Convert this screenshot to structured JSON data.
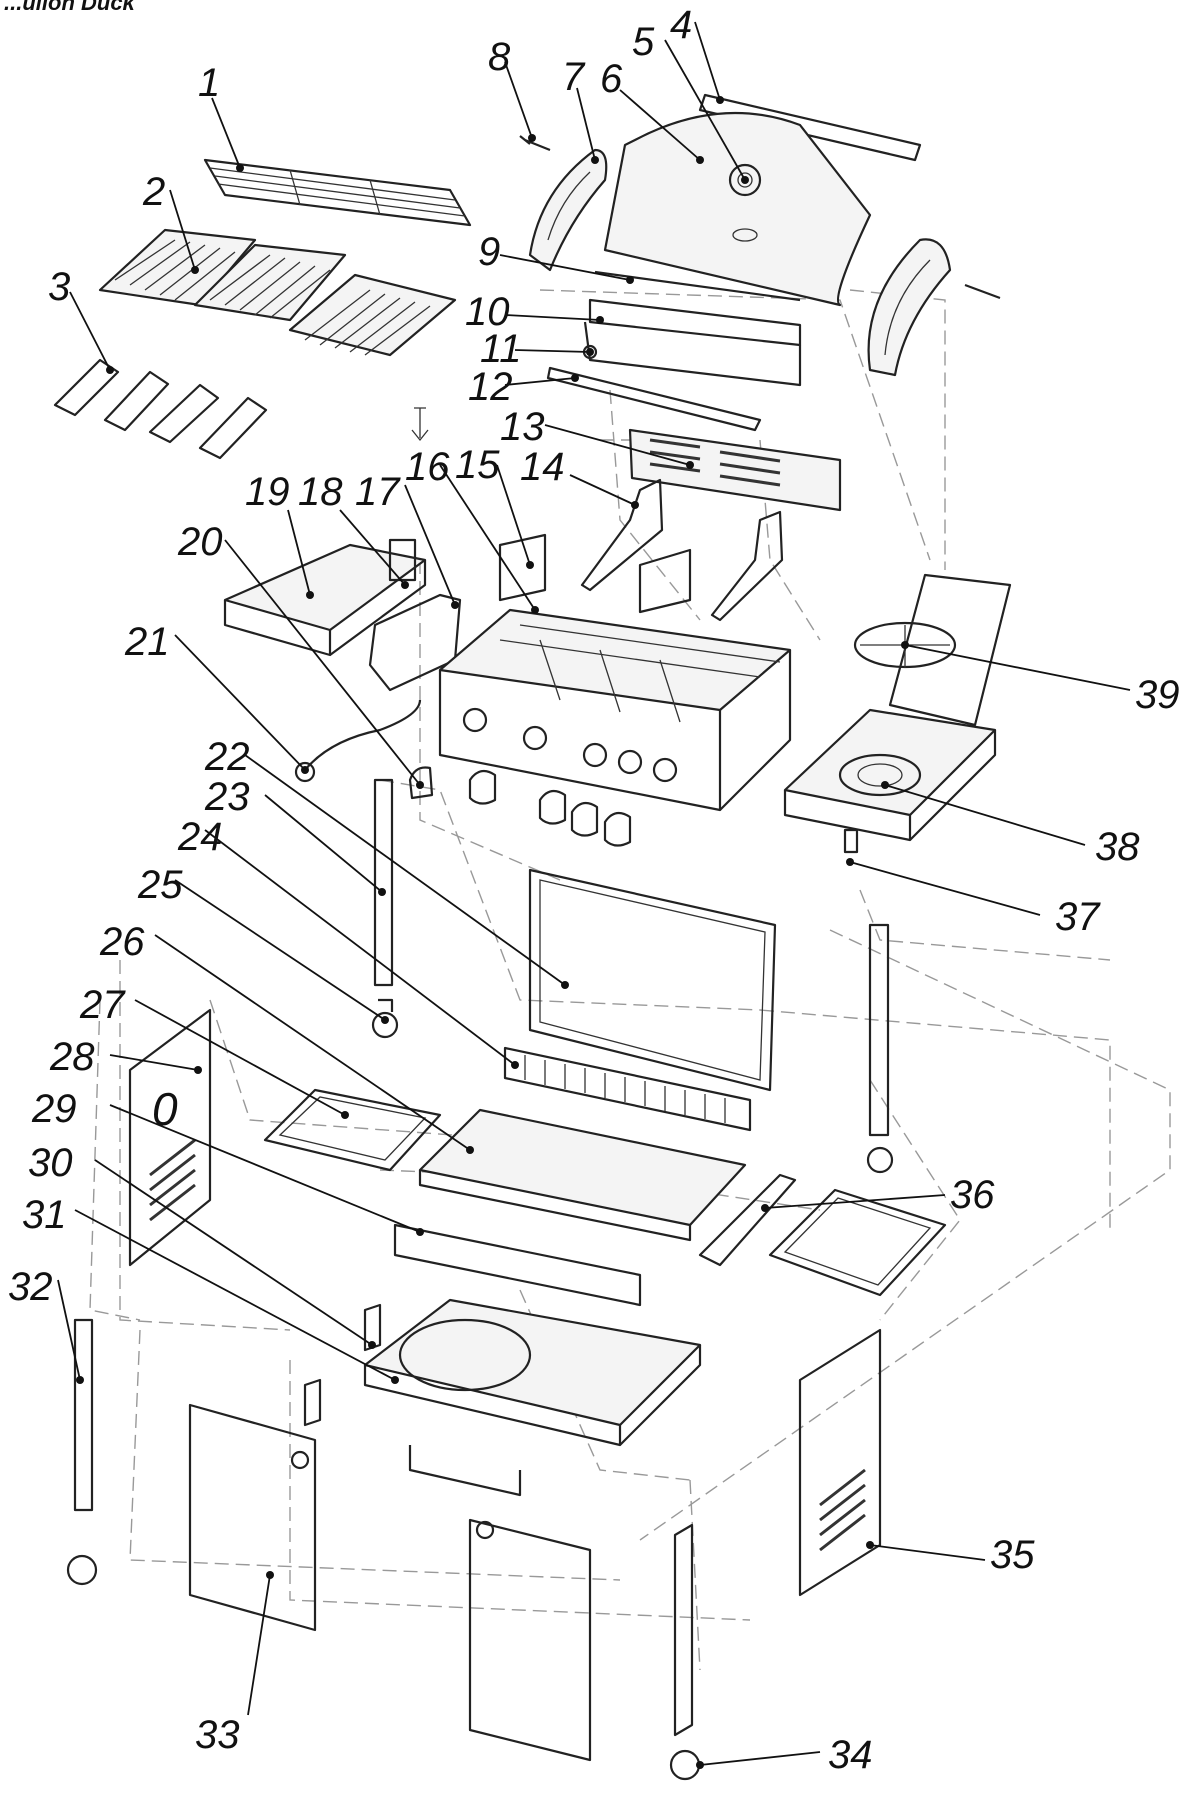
{
  "header": {
    "label": "...ulion Duck"
  },
  "callouts": [
    {
      "id": "1",
      "text": "1"
    },
    {
      "id": "2",
      "text": "2"
    },
    {
      "id": "3",
      "text": "3"
    },
    {
      "id": "4",
      "text": "4"
    },
    {
      "id": "5",
      "text": "5"
    },
    {
      "id": "6",
      "text": "6"
    },
    {
      "id": "7",
      "text": "7"
    },
    {
      "id": "8",
      "text": "8"
    },
    {
      "id": "9",
      "text": "9"
    },
    {
      "id": "10",
      "text": "10"
    },
    {
      "id": "11",
      "text": "11"
    },
    {
      "id": "12",
      "text": "12"
    },
    {
      "id": "13",
      "text": "13"
    },
    {
      "id": "14",
      "text": "14"
    },
    {
      "id": "15",
      "text": "15"
    },
    {
      "id": "16",
      "text": "16"
    },
    {
      "id": "17",
      "text": "17"
    },
    {
      "id": "18",
      "text": "18"
    },
    {
      "id": "19",
      "text": "19"
    },
    {
      "id": "20",
      "text": "20"
    },
    {
      "id": "21",
      "text": "21"
    },
    {
      "id": "22",
      "text": "22"
    },
    {
      "id": "23",
      "text": "23"
    },
    {
      "id": "24",
      "text": "24"
    },
    {
      "id": "25",
      "text": "25"
    },
    {
      "id": "26",
      "text": "26"
    },
    {
      "id": "27",
      "text": "27"
    },
    {
      "id": "28",
      "text": "28"
    },
    {
      "id": "29",
      "text": "29"
    },
    {
      "id": "30",
      "text": "30"
    },
    {
      "id": "31",
      "text": "31"
    },
    {
      "id": "32",
      "text": "32"
    },
    {
      "id": "33",
      "text": "33"
    },
    {
      "id": "34",
      "text": "34"
    },
    {
      "id": "35",
      "text": "35"
    },
    {
      "id": "36",
      "text": "36"
    },
    {
      "id": "37",
      "text": "37"
    },
    {
      "id": "38",
      "text": "38"
    },
    {
      "id": "39",
      "text": "39"
    }
  ]
}
